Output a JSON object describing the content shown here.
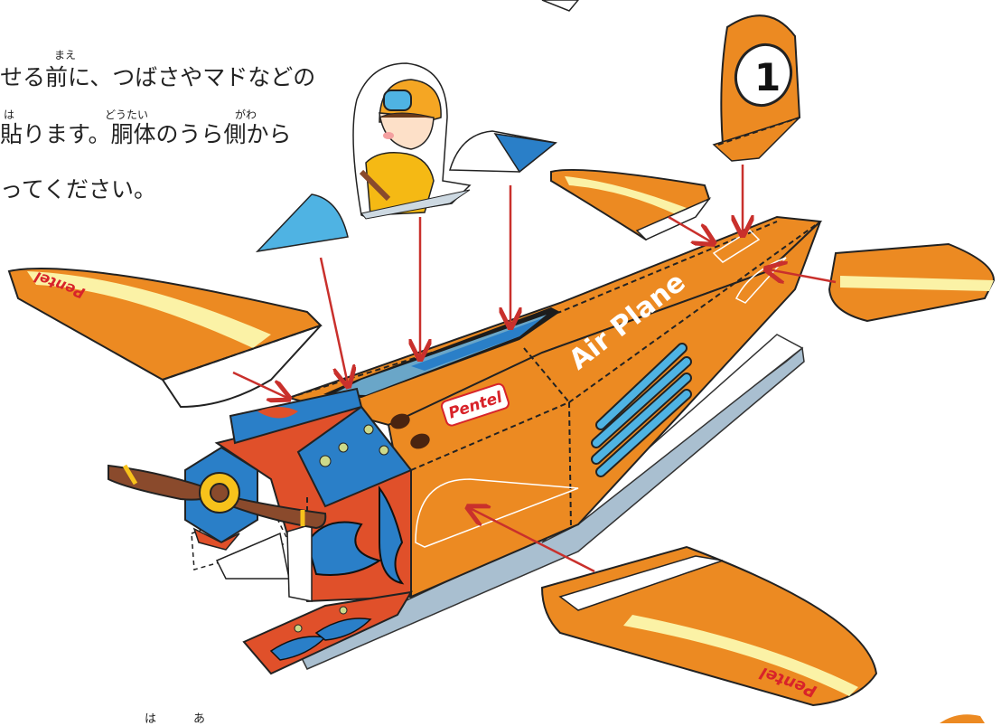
{
  "instructions": {
    "line1": "せる前に、つばさやマドなどの",
    "line2": "貼ります。胴体のうら側から",
    "line3": "ってください。",
    "ruby_mae": "まえ",
    "ruby_ha": "は",
    "ruby_doutai": "どうたい",
    "ruby_gawa": "がわ"
  },
  "bottom_ruby": {
    "ha": "は",
    "a": "あ"
  },
  "plane": {
    "side_text": "Air Plane",
    "fuselage_logo": "Pentel",
    "wing_logo": "Pentel",
    "tail_number": "1"
  },
  "colors": {
    "body_orange": "#ec8a22",
    "flame_blue": "#2a7fc8",
    "flame_red": "#e0502a",
    "stripe_yellow": "#fbf2a6",
    "window_blue": "#6aa6c8",
    "arrow_red": "#c9302c",
    "logo_red": "#d8232a",
    "propeller_brown": "#8a4a2c",
    "belly_gray": "#a9bfd0"
  },
  "icons": [
    "pilot-figure",
    "propeller",
    "tail-fin",
    "assembly-arrow"
  ]
}
